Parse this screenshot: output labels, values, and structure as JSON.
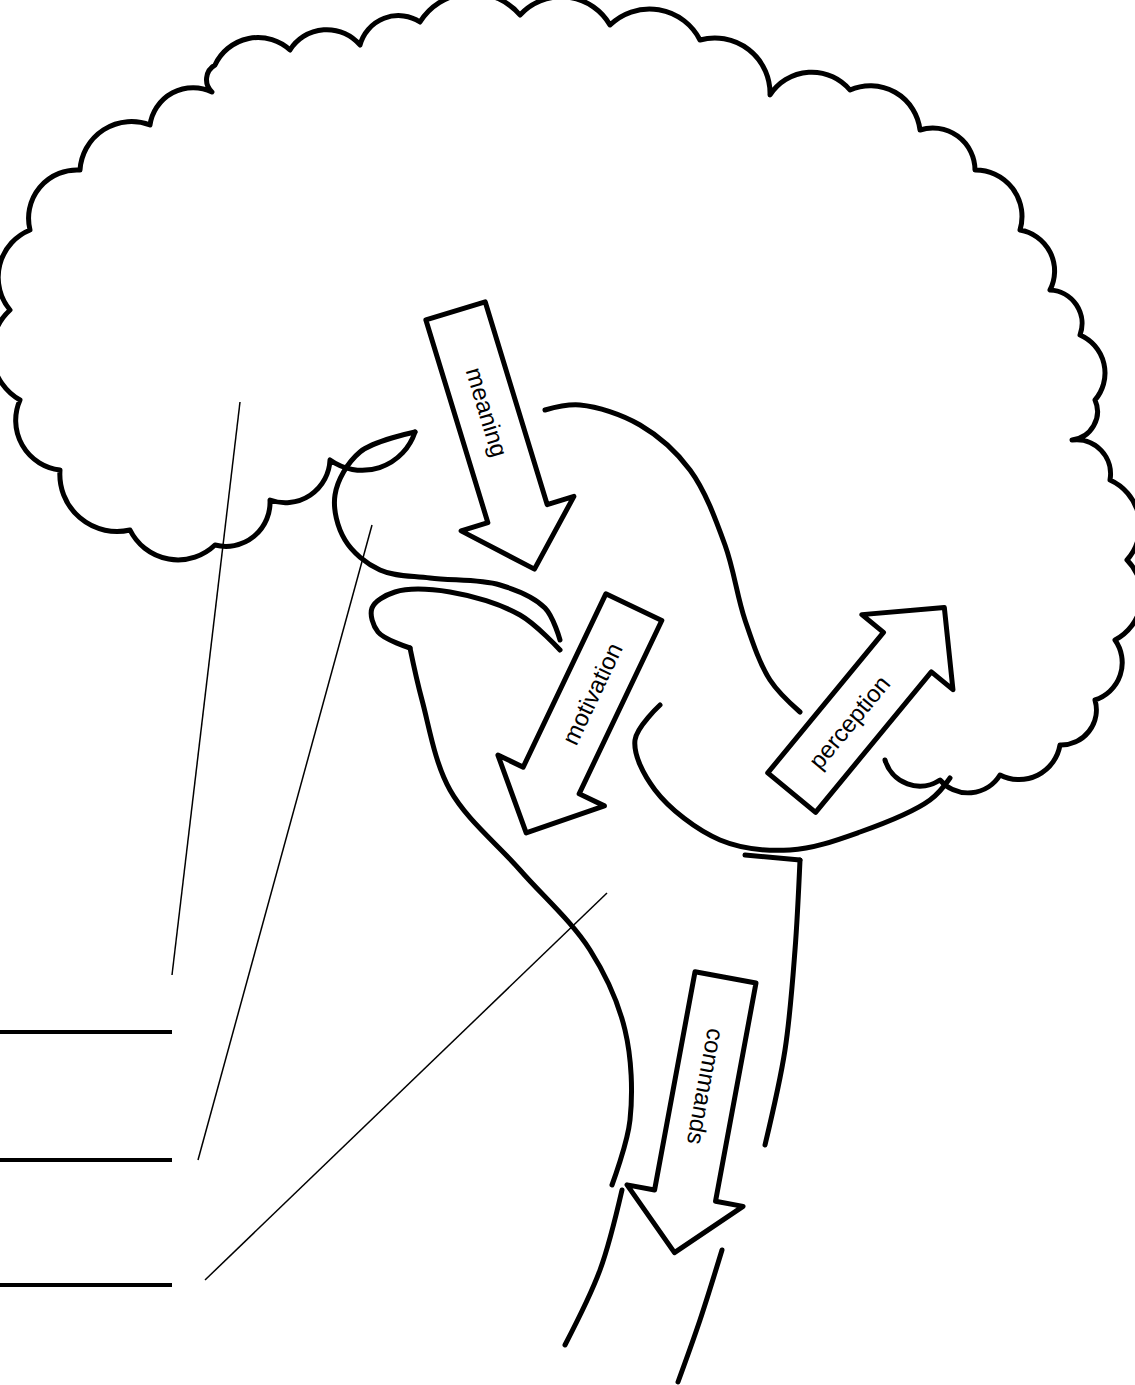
{
  "diagram": {
    "nodes": [
      {
        "text": [
          "meaning"
        ]
      },
      {
        "text": [
          "motivation"
        ]
      },
      {
        "text": [
          "perception"
        ]
      },
      {
        "text": [
          "commands"
        ]
      }
    ]
  }
}
